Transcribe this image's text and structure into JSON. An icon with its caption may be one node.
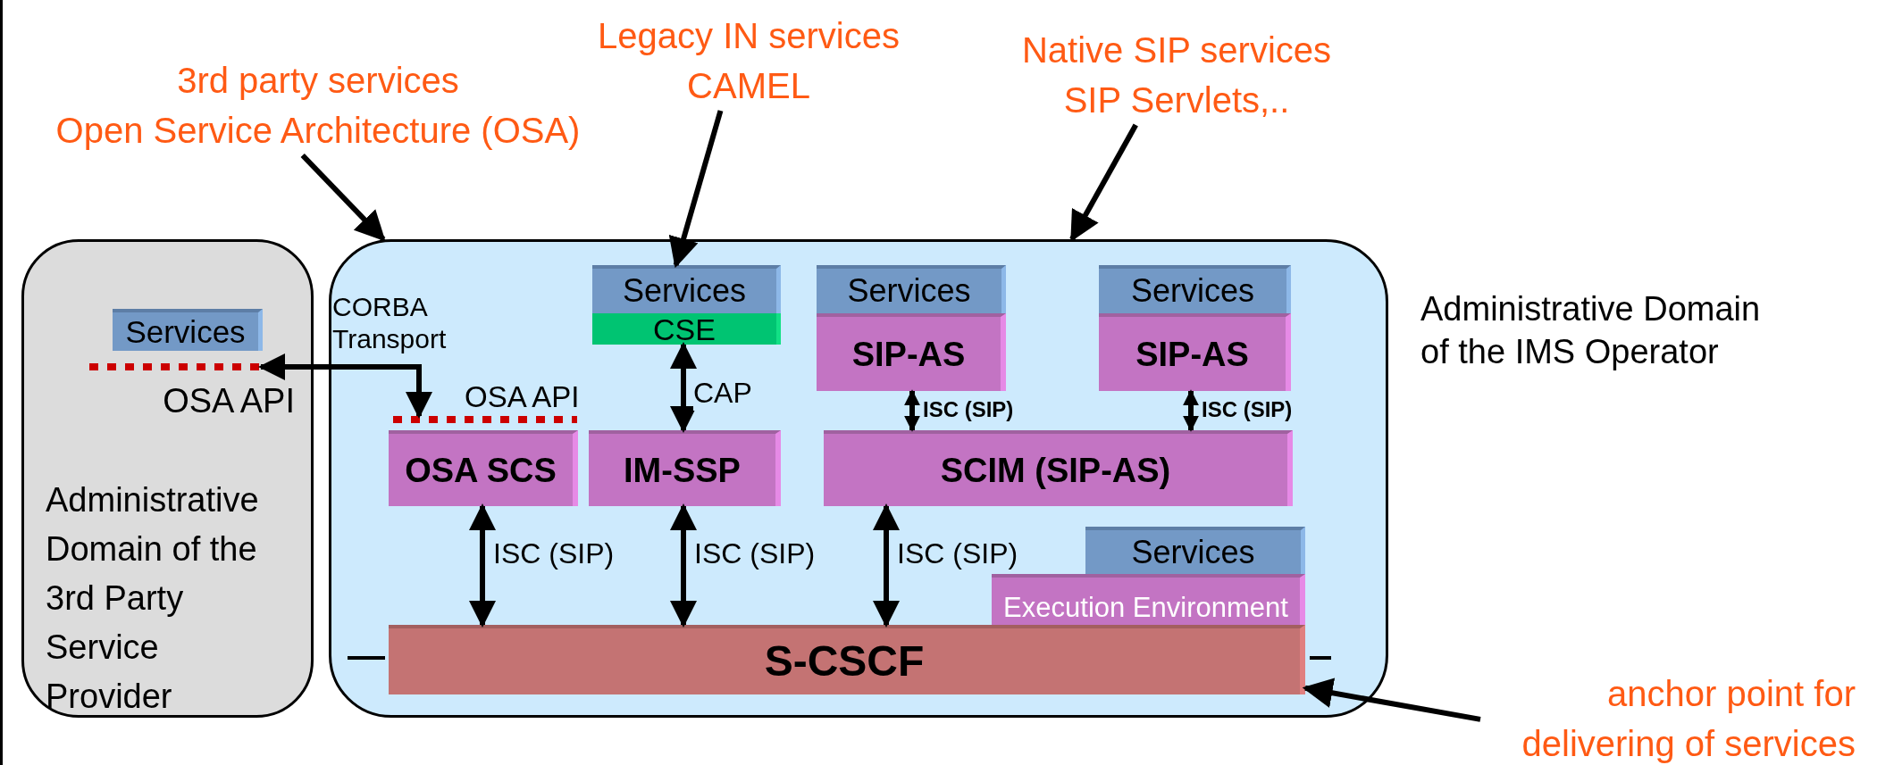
{
  "diagram": {
    "nodes": [
      {
        "text": [
          "3rd party services",
          "Open Service Architecture (OSA)"
        ]
      },
      {
        "text": [
          "Legacy IN services",
          "CAMEL"
        ]
      },
      {
        "text": [
          "Native SIP services",
          "SIP Servlets,.."
        ]
      },
      {
        "text": [
          "Administrative Domain of the 3rd Party Service Provider"
        ]
      },
      {
        "text": [
          "Services"
        ],
        "in": 3
      },
      {
        "text": [],
        "shape": "bar",
        "in": 3
      },
      {
        "text": [],
        "shape": "box",
        "beside": [
          "Administrative Domain of the IMS Operator"
        ]
      },
      {
        "text": [
          "Services"
        ],
        "in": 6
      },
      {
        "text": [
          "CSE"
        ],
        "in": 6
      },
      {
        "text": [
          "Services"
        ],
        "in": 6
      },
      {
        "text": [
          "SIP-AS"
        ],
        "in": 6
      },
      {
        "text": [
          "Services"
        ],
        "in": 6
      },
      {
        "text": [
          "SIP-AS"
        ],
        "in": 6
      },
      {
        "text": [],
        "shape": "bar",
        "in": 6
      },
      {
        "text": [
          "OSA SCS"
        ],
        "in": 6
      },
      {
        "text": [
          "IM-SSP"
        ],
        "in": 6
      },
      {
        "text": [
          "SCIM (SIP-AS)"
        ],
        "in": 6
      },
      {
        "text": [
          "Execution Environment"
        ],
        "in": 6
      },
      {
        "text": [
          "Services"
        ],
        "in": 6
      },
      {
        "text": [
          "S-CSCF"
        ],
        "in": 6
      },
      {
        "text": [
          "anchor point for delivering of services"
        ]
      }
    ],
    "edges": [
      {
        "from": 0,
        "to": 6,
        "arrow": "to"
      },
      {
        "from": 1,
        "to": 7,
        "arrow": "to"
      },
      {
        "from": 2,
        "to": 6,
        "arrow": "to"
      },
      {
        "from": 5,
        "to": 13,
        "arrow": "both"
      },
      {
        "from": 8,
        "to": 15,
        "arrow": "both",
        "label": "CAP"
      },
      {
        "from": 10,
        "to": 16,
        "arrow": "both",
        "label": "ISC (SIP)"
      },
      {
        "from": 12,
        "to": 16,
        "arrow": "both",
        "label": "ISC (SIP)"
      },
      {
        "from": 14,
        "to": 19,
        "arrow": "both",
        "label": "ISC (SIP)"
      },
      {
        "from": 15,
        "to": 19,
        "arrow": "both",
        "label": "ISC (SIP)"
      },
      {
        "from": 16,
        "to": 19,
        "arrow": "both",
        "label": "ISC (SIP)"
      },
      {
        "from": 20,
        "to": 19,
        "arrow": "to"
      }
    ],
    "labels": [
      "CORBA Transport",
      "OSA API",
      "OSA API"
    ]
  }
}
